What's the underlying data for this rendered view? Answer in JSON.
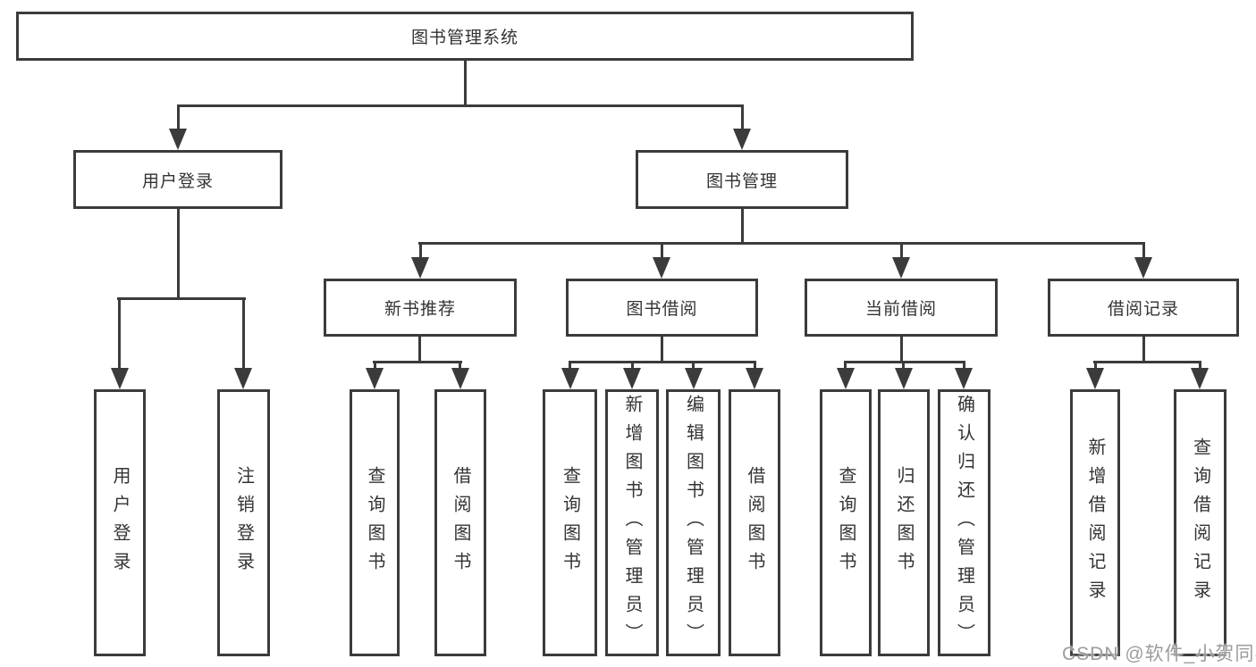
{
  "diagram": {
    "type": "hierarchy-tree",
    "root": "图书管理系统",
    "level2": [
      "用户登录",
      "图书管理"
    ],
    "level3": [
      "新书推荐",
      "图书借阅",
      "当前借阅",
      "借阅记录"
    ],
    "leaves": {
      "g1": [
        "用户登录",
        "注销登录"
      ],
      "g2": [
        "查询图书",
        "借阅图书"
      ],
      "g3": [
        "查询图书",
        "新增图书（管理员）",
        "编辑图书（管理员）",
        "借阅图书"
      ],
      "g4": [
        "查询图书",
        "归还图书",
        "确认归还（管理员）"
      ],
      "g5": [
        "新增借阅记录",
        "查询借阅记录"
      ]
    }
  },
  "watermark": "CSDN @软件_小贺同学",
  "colors": {
    "line": "#3b3b3b",
    "text": "#333333",
    "background": "#ffffff",
    "watermark": "#949494"
  }
}
